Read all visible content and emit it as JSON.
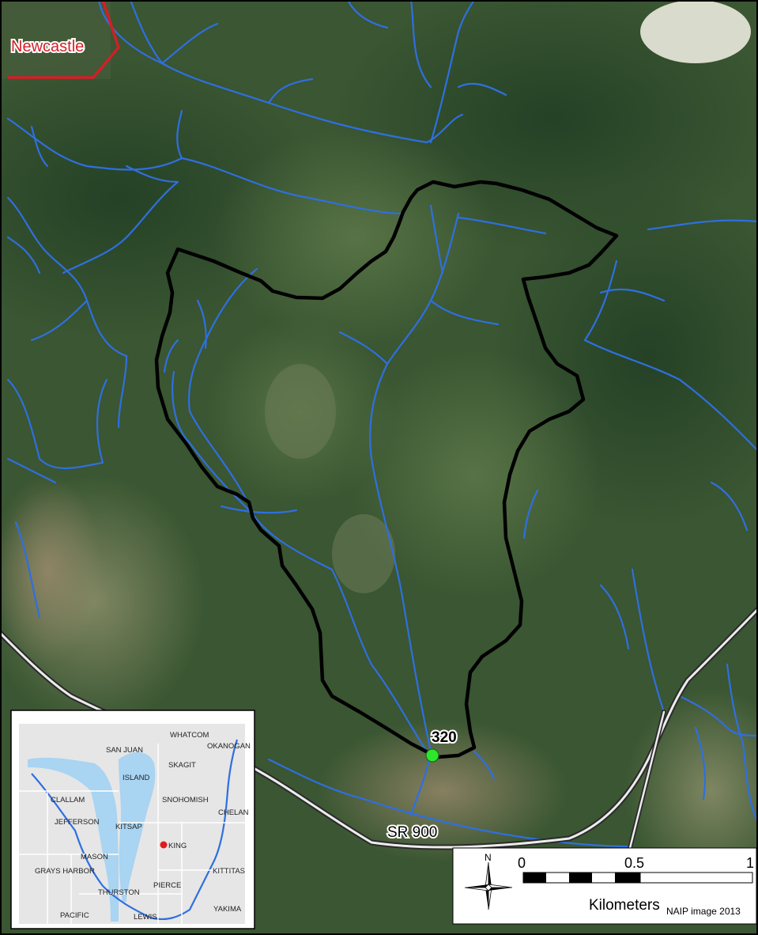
{
  "map": {
    "city_label": "Newcastle",
    "site_label": "320",
    "road_label": "SR 900",
    "image_credit": "NAIP image 2013"
  },
  "scale_bar": {
    "north_label": "N",
    "ticks": [
      "0",
      "0.5",
      "1"
    ],
    "unit_label": "Kilometers"
  },
  "inset": {
    "counties": [
      "WHATCOM",
      "OKANOGAN",
      "SAN JUAN",
      "SKAGIT",
      "ISLAND",
      "CLALLAM",
      "SNOHOMISH",
      "CHELAN",
      "JEFFERSON",
      "KITSAP",
      "KING",
      "MASON",
      "GRAYS HARBOR",
      "KITTITAS",
      "PIERCE",
      "THURSTON",
      "PACIFIC",
      "LEWIS",
      "YAKIMA"
    ]
  },
  "colors": {
    "forest_dark": "#1f3a22",
    "forest": "#3c5a34",
    "stream": "#2f6fe0",
    "boundary": "#000000",
    "city_boundary": "#d21f26",
    "site_marker": "#2ee62e",
    "inset_marker": "#e21b1b"
  }
}
